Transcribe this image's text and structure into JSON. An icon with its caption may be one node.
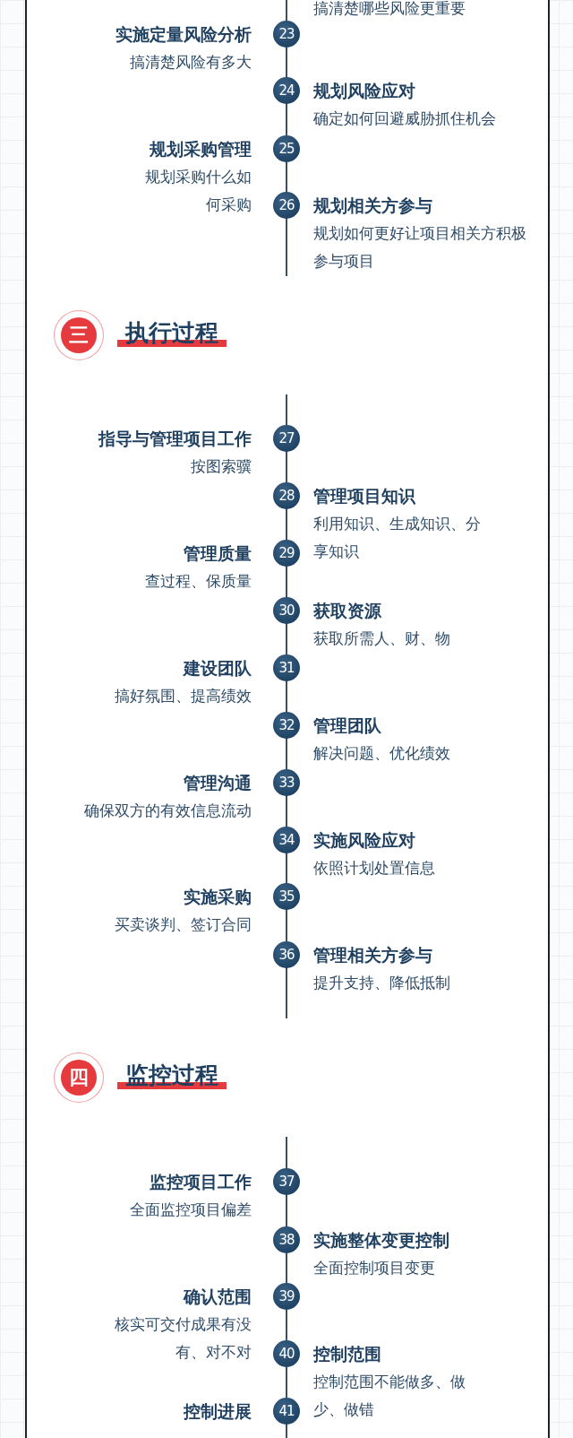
{
  "diagram": {
    "nodes": [
      {
        "text": [
          "23"
        ],
        "beside": [
          "实施定量风险分析",
          "搞清楚风险有多大"
        ]
      },
      {
        "text": [
          "24"
        ],
        "beside": [
          "规划风险应对",
          "确定如何回避威胁抓住机会"
        ]
      },
      {
        "text": [
          "25"
        ],
        "beside": [
          "规划采购管理",
          "规划采购什么如何采购"
        ]
      },
      {
        "text": [
          "26"
        ],
        "beside": [
          "规划相关方参与",
          "规划如何更好让项目相关方积极参与项目"
        ]
      },
      {
        "text": [
          "三"
        ],
        "beside": [
          "执行过程"
        ]
      },
      {
        "text": [
          "27"
        ],
        "beside": [
          "指导与管理项目工作",
          "按图索骥"
        ]
      },
      {
        "text": [
          "28"
        ],
        "beside": [
          "管理项目知识",
          "利用知识、生成知识、分享知识"
        ]
      },
      {
        "text": [
          "29"
        ],
        "beside": [
          "管理质量",
          "查过程、保质量"
        ]
      },
      {
        "text": [
          "30"
        ],
        "beside": [
          "获取资源",
          "获取所需人、财、物"
        ]
      },
      {
        "text": [
          "31"
        ],
        "beside": [
          "建设团队",
          "搞好氛围、提高绩效"
        ]
      },
      {
        "text": [
          "32"
        ],
        "beside": [
          "管理团队",
          "解决问题、优化绩效"
        ]
      },
      {
        "text": [
          "33"
        ],
        "beside": [
          "管理沟通",
          "确保双方的有效信息流动"
        ]
      },
      {
        "text": [
          "34"
        ],
        "beside": [
          "实施风险应对",
          "依照计划处置信息"
        ]
      },
      {
        "text": [
          "35"
        ],
        "beside": [
          "实施采购",
          "买卖谈判、签订合同"
        ]
      },
      {
        "text": [
          "36"
        ],
        "beside": [
          "管理相关方参与",
          "提升支持、降低抵制"
        ]
      },
      {
        "text": [
          "四"
        ],
        "beside": [
          "监控过程"
        ]
      },
      {
        "text": [
          "37"
        ],
        "beside": [
          "监控项目工作",
          "全面监控项目偏差"
        ]
      },
      {
        "text": [
          "38"
        ],
        "beside": [
          "实施整体变更控制",
          "全面控制项目变更"
        ]
      },
      {
        "text": [
          "39"
        ],
        "beside": [
          "确认范围",
          "核实可交付成果有没有、对不对"
        ]
      },
      {
        "text": [
          "40"
        ],
        "beside": [
          "控制范围",
          "控制范围不能做多、做少、做错"
        ]
      },
      {
        "text": [
          "41"
        ],
        "beside": [
          "控制进展"
        ]
      }
    ],
    "labels": [
      "搞清楚哪些风险更重要"
    ]
  }
}
